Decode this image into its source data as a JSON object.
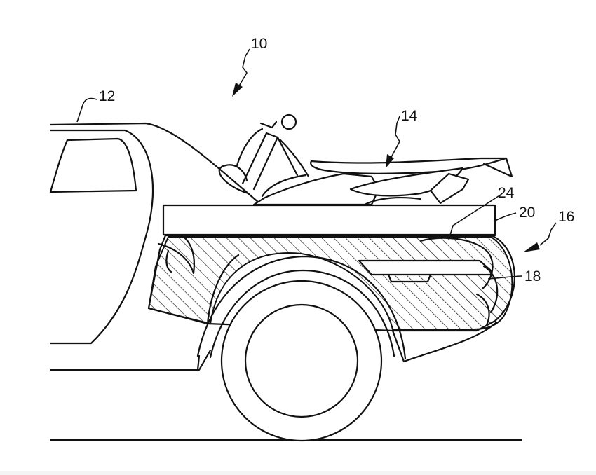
{
  "figure": {
    "reference_numerals": {
      "assembly": "10",
      "vehicle": "12",
      "motorcycle": "14",
      "cargo_system": "16",
      "storage_compartment": "18",
      "bed_platform": "20",
      "wheel_well_housing": "24"
    },
    "colors": {
      "line": "#111111",
      "background": "#ffffff"
    }
  }
}
